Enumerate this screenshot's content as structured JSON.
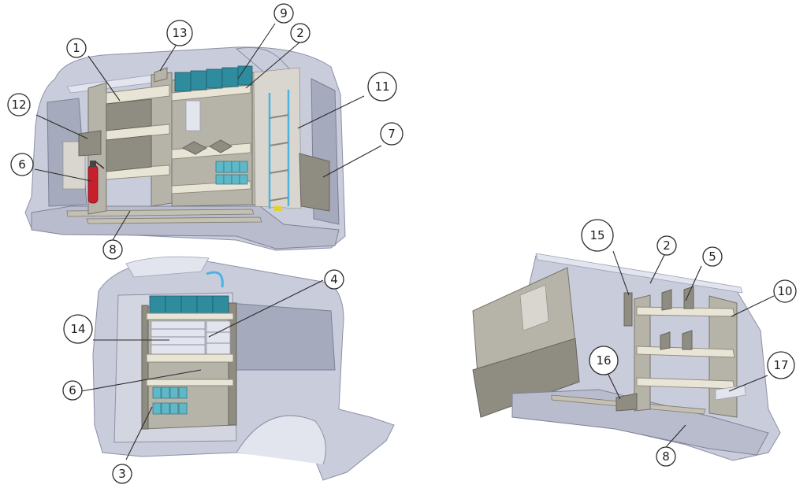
{
  "callouts": [
    {
      "id": "c1",
      "label": "1"
    },
    {
      "id": "c2a",
      "label": "2"
    },
    {
      "id": "c2b",
      "label": "2"
    },
    {
      "id": "c3",
      "label": "3"
    },
    {
      "id": "c4",
      "label": "4"
    },
    {
      "id": "c5",
      "label": "5"
    },
    {
      "id": "c6a",
      "label": "6"
    },
    {
      "id": "c6b",
      "label": "6"
    },
    {
      "id": "c7",
      "label": "7"
    },
    {
      "id": "c8a",
      "label": "8"
    },
    {
      "id": "c8b",
      "label": "8"
    },
    {
      "id": "c9",
      "label": "9"
    },
    {
      "id": "c10",
      "label": "10"
    },
    {
      "id": "c11",
      "label": "11"
    },
    {
      "id": "c12",
      "label": "12"
    },
    {
      "id": "c13",
      "label": "13"
    },
    {
      "id": "c14",
      "label": "14"
    },
    {
      "id": "c15",
      "label": "15"
    },
    {
      "id": "c16",
      "label": "16"
    },
    {
      "id": "c17",
      "label": "17"
    }
  ],
  "colors": {
    "van_body": "#c9ccdb",
    "shelving": "#b6b3a8",
    "bins": "#2f8c9e",
    "extinguisher": "#c8202a",
    "strap": "#4ab3e0",
    "line": "#2b2b2b"
  }
}
